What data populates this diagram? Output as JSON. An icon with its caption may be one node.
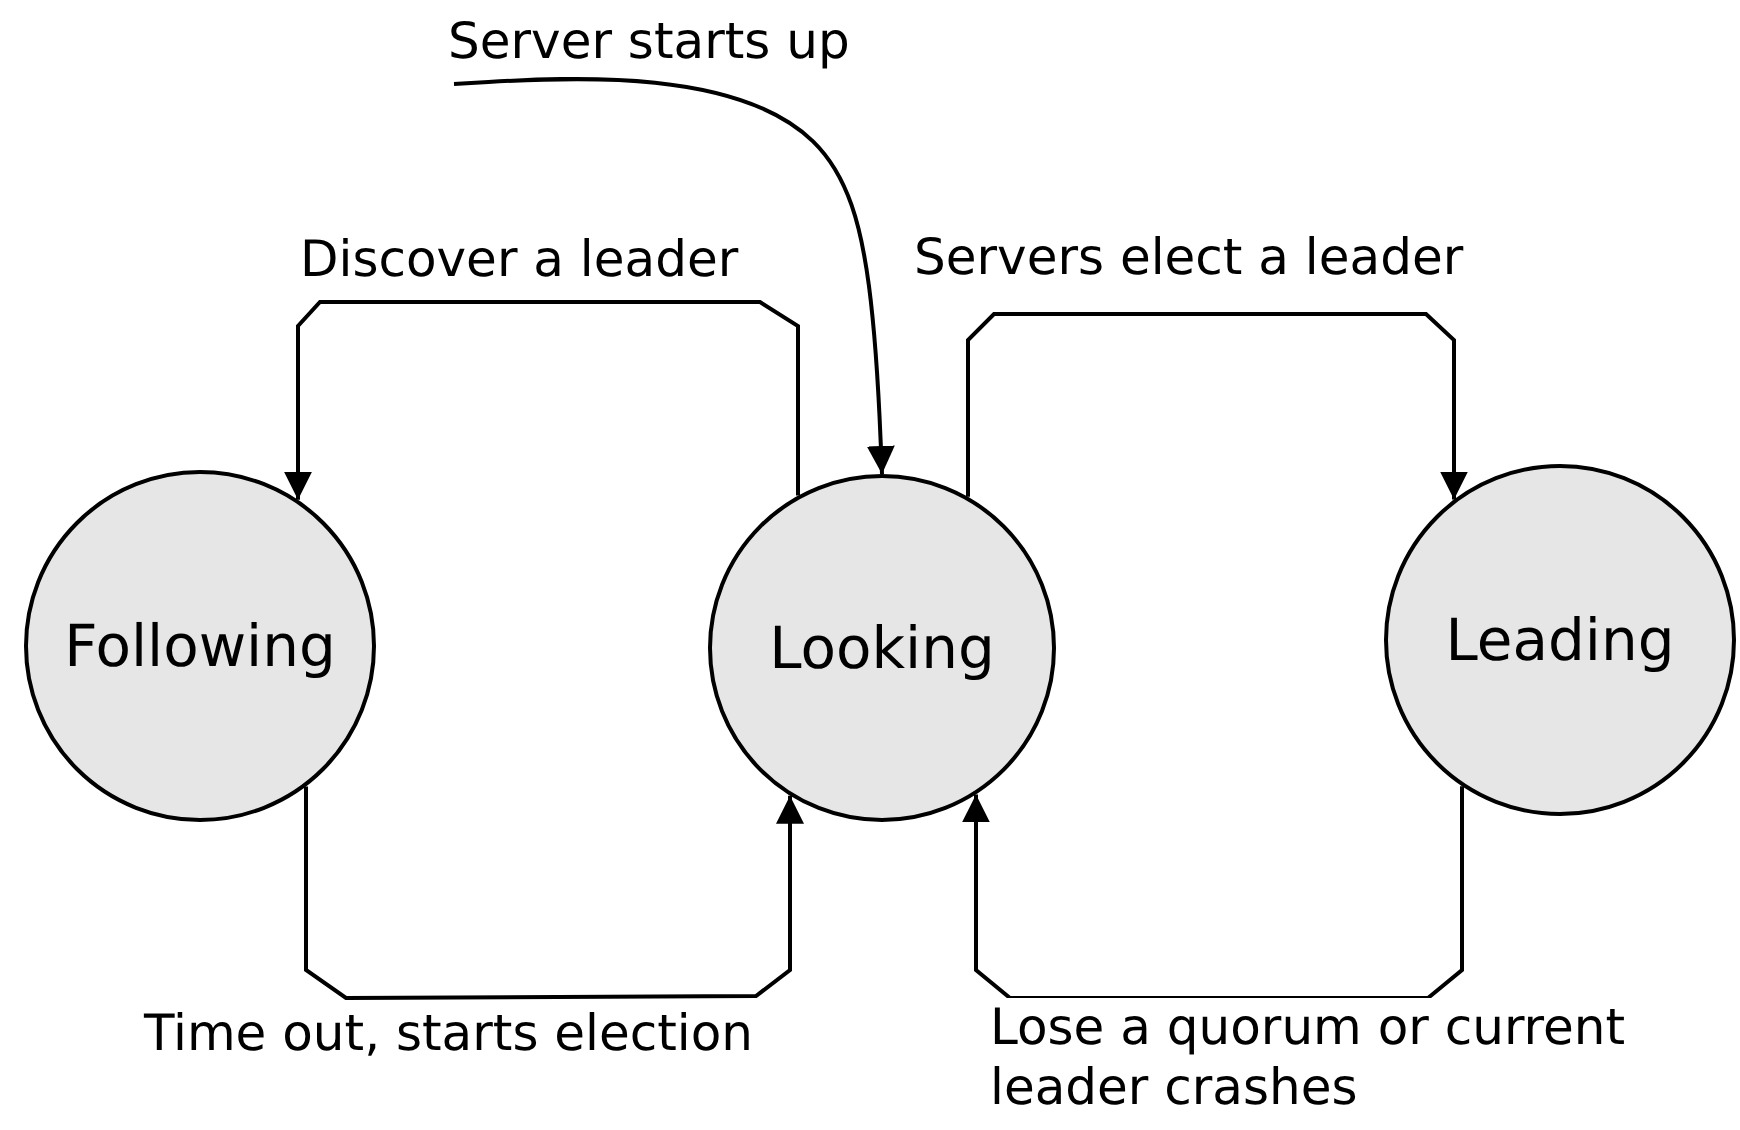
{
  "diagram": {
    "nodes": [
      {
        "text": [
          "Following"
        ]
      },
      {
        "text": [
          "Looking"
        ]
      },
      {
        "text": [
          "Leading"
        ]
      }
    ],
    "edges": [
      {
        "from": null,
        "to": 1,
        "arrow": "to",
        "label": "Server starts up"
      },
      {
        "from": 1,
        "to": 0,
        "arrow": "to",
        "label": "Discover a leader"
      },
      {
        "from": 1,
        "to": 2,
        "arrow": "to",
        "label": "Servers elect a leader"
      },
      {
        "from": 0,
        "to": 1,
        "arrow": "to",
        "label": "Time out, starts election"
      },
      {
        "from": 2,
        "to": 1,
        "arrow": "to",
        "label": "Lose a quorum or current leader crashes"
      }
    ]
  }
}
